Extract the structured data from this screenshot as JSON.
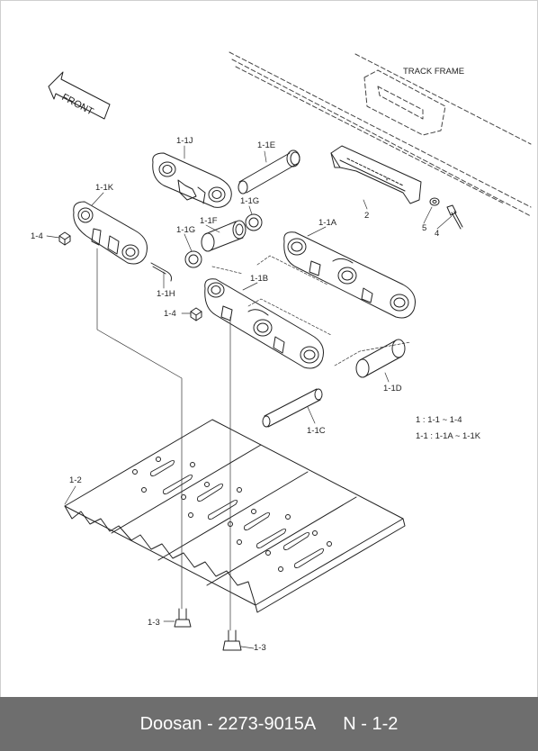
{
  "diagram": {
    "frame_label": "TRACK FRAME",
    "front_label": "FRONT",
    "callouts": {
      "c_1_1J": "1-1J",
      "c_1_1E": "1-1E",
      "c_1_1K": "1-1K",
      "c_1_1G_a": "1-1G",
      "c_1_1F": "1-1F",
      "c_1_1G_b": "1-1G",
      "c_1_1A": "1-1A",
      "c_2": "2",
      "c_5": "5",
      "c_4": "4",
      "c_1_4_a": "1-4",
      "c_1_1H": "1-1H",
      "c_1_1B": "1-1B",
      "c_1_4_b": "1-4",
      "c_1_1D": "1-1D",
      "c_1_1C": "1-1C",
      "c_1_2": "1-2",
      "c_1_3_a": "1-3",
      "c_1_3_b": "1-3"
    },
    "legend": {
      "line1": "1 : 1-1 ~ 1-4",
      "line2": "1-1 : 1-1A ~ 1-1K"
    }
  },
  "footer": {
    "part_number": "Doosan - 2273-9015A",
    "page_ref": "N - 1-2"
  }
}
